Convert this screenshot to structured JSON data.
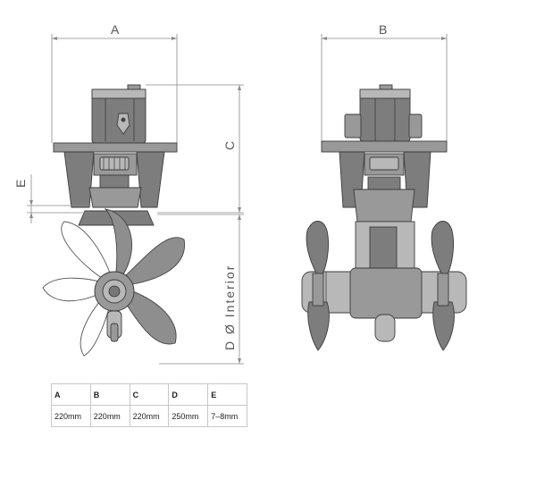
{
  "dimension_labels": {
    "a": "A",
    "b": "B",
    "c": "C",
    "d": "D Ø Interior",
    "e": "E"
  },
  "spec_table": {
    "headers": [
      "A",
      "B",
      "C",
      "D",
      "E"
    ],
    "values": [
      "220mm",
      "220mm",
      "220mm",
      "250mm",
      "7–8mm"
    ]
  },
  "colors": {
    "metal_dark": "#7d7d7d",
    "metal_light": "#b8b8b8",
    "outline": "#3c3c3c",
    "dimension_line": "#8a8a8a"
  }
}
